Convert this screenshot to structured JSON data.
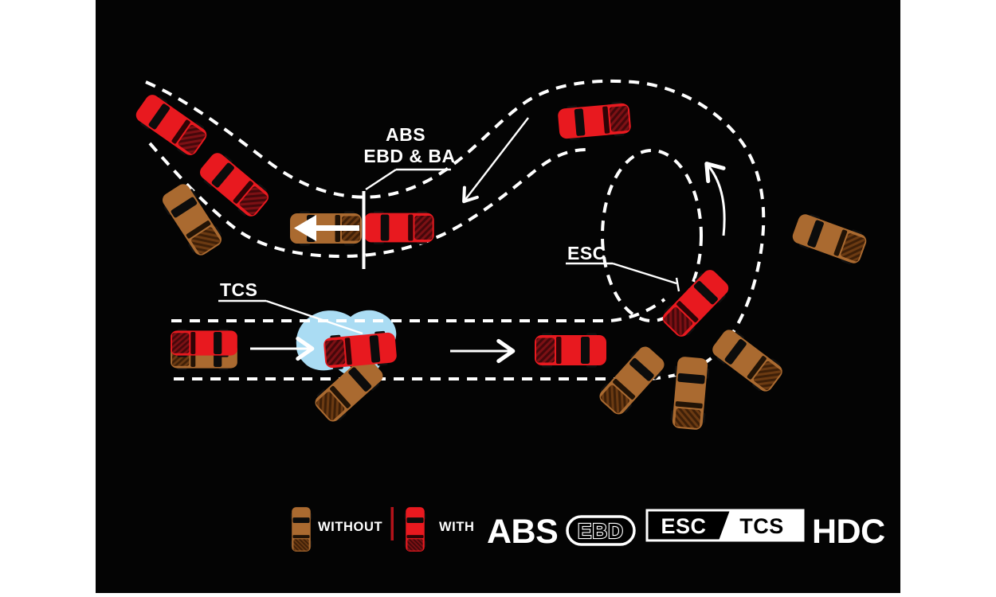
{
  "labels": {
    "abs": {
      "line1": "ABS",
      "line2": "EBD & BA"
    },
    "tcs": "TCS",
    "esc": "ESC"
  },
  "legend": {
    "without_label": "WITHOUT",
    "with_label": "WITH",
    "abs_label": "ABS",
    "ebd_badge": "EBD",
    "esc_badge": "ESC",
    "tcs_badge": "TCS",
    "hdc_label": "HDC"
  },
  "colors": {
    "with_car": "#e8191f",
    "without_car": "#aa6a30",
    "road_marking": "#ffffff",
    "ice_patch": "#aadcf3",
    "background": "#000000",
    "page": "#ffffff",
    "legend_divider": "#b3131a"
  }
}
